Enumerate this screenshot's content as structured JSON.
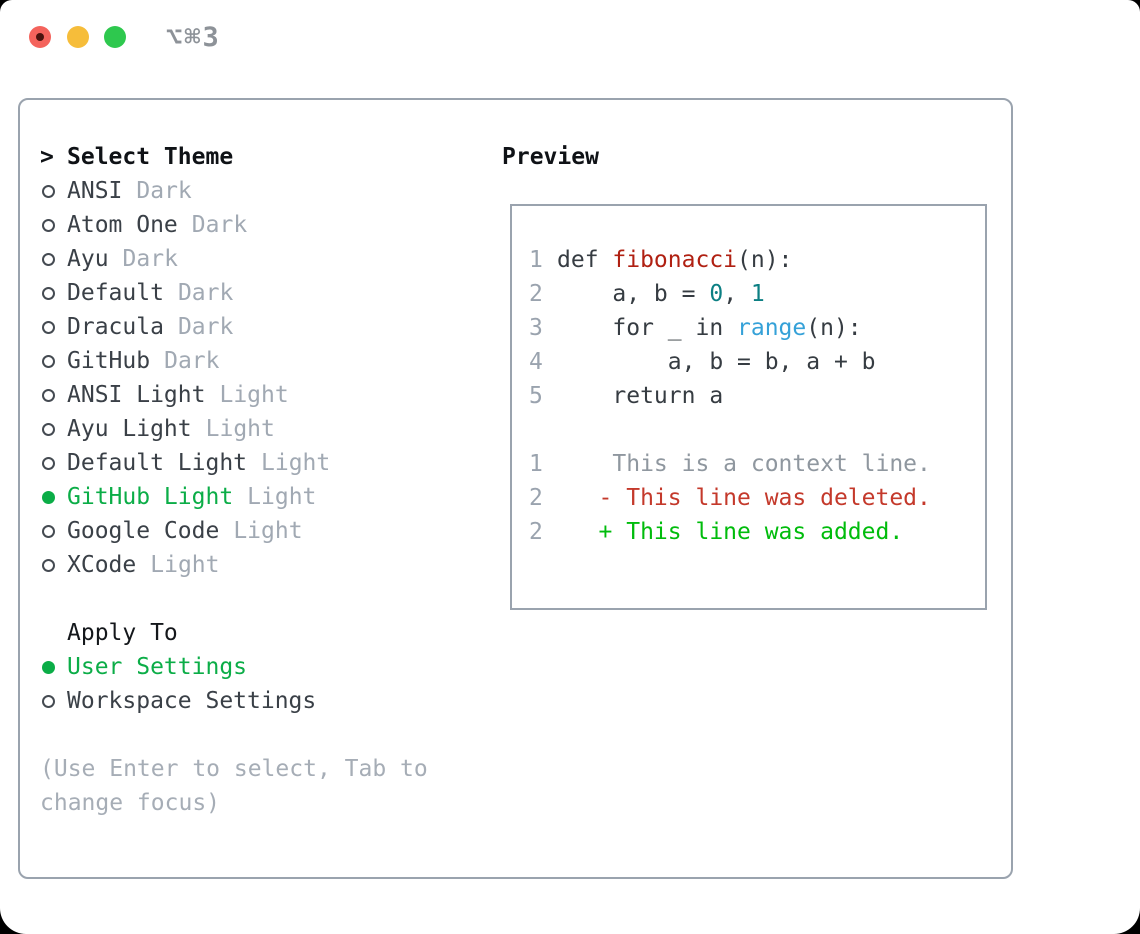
{
  "titlebar": {
    "title": "⌥⌘3",
    "traffic_lights": [
      "close",
      "minimize",
      "zoom"
    ]
  },
  "colors": {
    "selected_green": "#0bad47",
    "added_green": "#00bc0c",
    "deleted_red": "#c4392b",
    "function_red": "#b02012",
    "number_teal": "#0c7f83",
    "builtin_blue": "#35a1d8",
    "muted_gray": "#a1a9b3",
    "border_gray": "#9aa3ae",
    "code_text": "#363c42",
    "traffic_red": "#f4635c",
    "traffic_yellow": "#f6bd3a",
    "traffic_green": "#2ec84e"
  },
  "theme_panel": {
    "header": {
      "marker": ">",
      "label": "Select Theme"
    },
    "items": [
      {
        "label": "ANSI",
        "badge": "Dark",
        "selected": false
      },
      {
        "label": "Atom One",
        "badge": "Dark",
        "selected": false
      },
      {
        "label": "Ayu",
        "badge": "Dark",
        "selected": false
      },
      {
        "label": "Default",
        "badge": "Dark",
        "selected": false
      },
      {
        "label": "Dracula",
        "badge": "Dark",
        "selected": false
      },
      {
        "label": "GitHub",
        "badge": "Dark",
        "selected": false
      },
      {
        "label": "ANSI Light",
        "badge": "Light",
        "selected": false
      },
      {
        "label": "Ayu Light",
        "badge": "Light",
        "selected": false
      },
      {
        "label": "Default Light",
        "badge": "Light",
        "selected": false
      },
      {
        "label": "GitHub Light",
        "badge": "Light",
        "selected": true
      },
      {
        "label": "Google Code",
        "badge": "Light",
        "selected": false
      },
      {
        "label": "XCode",
        "badge": "Light",
        "selected": false
      }
    ],
    "apply_to": {
      "header": "Apply To",
      "options": [
        {
          "label": "User Settings",
          "selected": true
        },
        {
          "label": "Workspace Settings",
          "selected": false
        }
      ]
    },
    "hint_lines": [
      "(Use Enter to select, Tab to",
      "change focus)"
    ]
  },
  "preview": {
    "header": "Preview",
    "code": [
      {
        "num": "1",
        "segs": [
          {
            "t": "def "
          },
          {
            "t": "fibonacci"
          },
          {
            "t": "(n):"
          }
        ]
      },
      {
        "num": "2",
        "segs": [
          {
            "t": "    a, b = "
          },
          {
            "t": "0"
          },
          {
            "t": ", "
          },
          {
            "t": "1"
          }
        ]
      },
      {
        "num": "3",
        "segs": [
          {
            "t": "    for _ in "
          },
          {
            "t": "range"
          },
          {
            "t": "(n):"
          }
        ]
      },
      {
        "num": "4",
        "segs": [
          {
            "t": "        a, b = b, a + b"
          }
        ]
      },
      {
        "num": "5",
        "segs": [
          {
            "t": "    return a"
          }
        ]
      },
      {
        "num": "",
        "segs": [
          {
            "t": ""
          }
        ]
      },
      {
        "num": "1",
        "segs": [
          {
            "t": "    This is a context line."
          }
        ]
      },
      {
        "num": "2",
        "segs": [
          {
            "t": "   - This line was deleted."
          }
        ]
      },
      {
        "num": "2",
        "segs": [
          {
            "t": "   + This line was added."
          }
        ]
      }
    ]
  }
}
